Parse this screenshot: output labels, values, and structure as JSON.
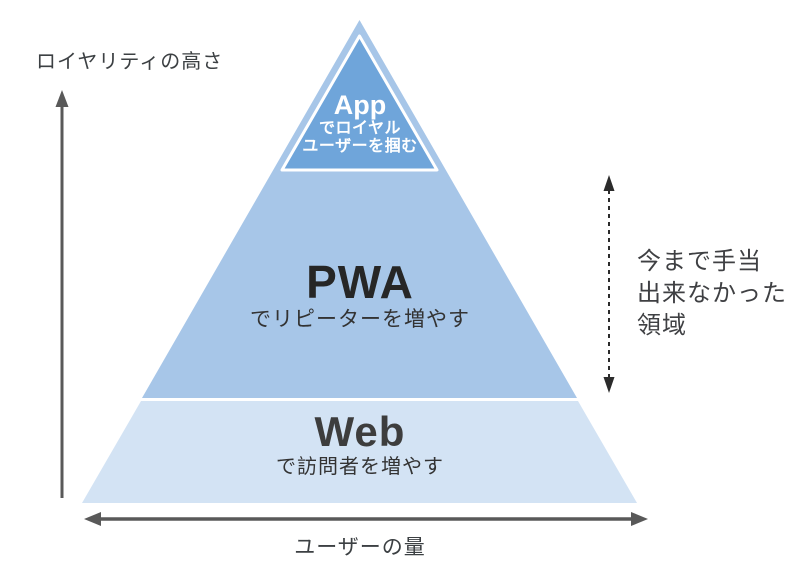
{
  "diagram": {
    "type": "pyramid",
    "y_axis_label": "ロイヤリティの高さ",
    "x_axis_label": "ユーザーの量",
    "tiers": [
      {
        "label": "App",
        "sub_line1": "でロイヤル",
        "sub_line2": "ユーザーを掴む"
      },
      {
        "label": "PWA",
        "sub": "でリピーターを増やす"
      },
      {
        "label": "Web",
        "sub": "で訪問者を増やす"
      }
    ],
    "annotation": {
      "line1": "今まで手当",
      "line2": "出来なかった",
      "line3": "領域"
    }
  },
  "colors": {
    "app_tier_fill": "#6FA5DA",
    "middle_tier_fill": "#A7C6E8",
    "bottom_tier_fill": "#D3E3F4",
    "app_tier_border": "#FFFFFF",
    "solid_arrow": "#595959",
    "dashed_arrow": "#2B2B2B",
    "label_text": "#3C4043"
  }
}
